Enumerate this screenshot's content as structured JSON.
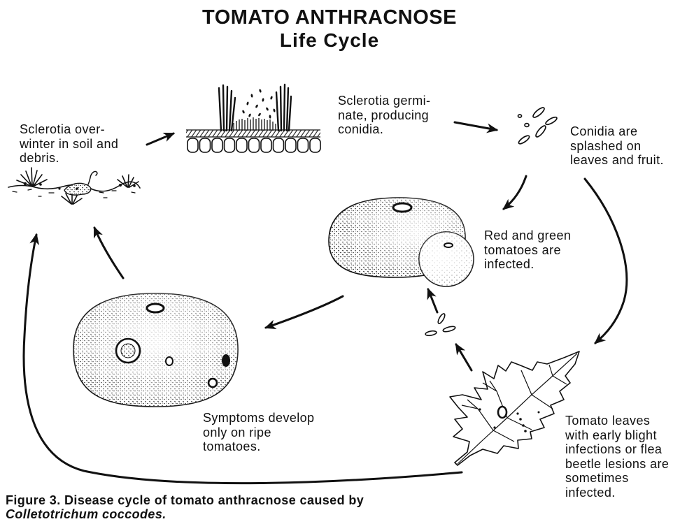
{
  "title": "TOMATO ANTHRACNOSE",
  "subtitle": "Life Cycle",
  "stages": {
    "overwinter": {
      "lines": [
        "Sclerotia over-",
        "winter in soil and",
        "debris."
      ]
    },
    "germinate": {
      "lines": [
        "Sclerotia germi-",
        "nate, producing",
        "conidia."
      ]
    },
    "splash": {
      "lines": [
        "Conidia are",
        "splashed on",
        "leaves and fruit."
      ]
    },
    "fruit_infection": {
      "lines": [
        "Red and green",
        "tomatoes are",
        "infected."
      ]
    },
    "symptoms": {
      "lines": [
        "Symptoms develop",
        "only on ripe",
        "tomatoes."
      ]
    },
    "leaf_infection": {
      "lines": [
        "Tomato leaves",
        "with early blight",
        "infections or flea",
        "beetle lesions are",
        "sometimes",
        "infected."
      ]
    }
  },
  "caption": {
    "text": "Figure 3. Disease cycle of tomato anthracnose caused by",
    "pathogen": "Colletotrichum coccodes."
  },
  "colors": {
    "ink": "#111111",
    "background": "#ffffff"
  }
}
